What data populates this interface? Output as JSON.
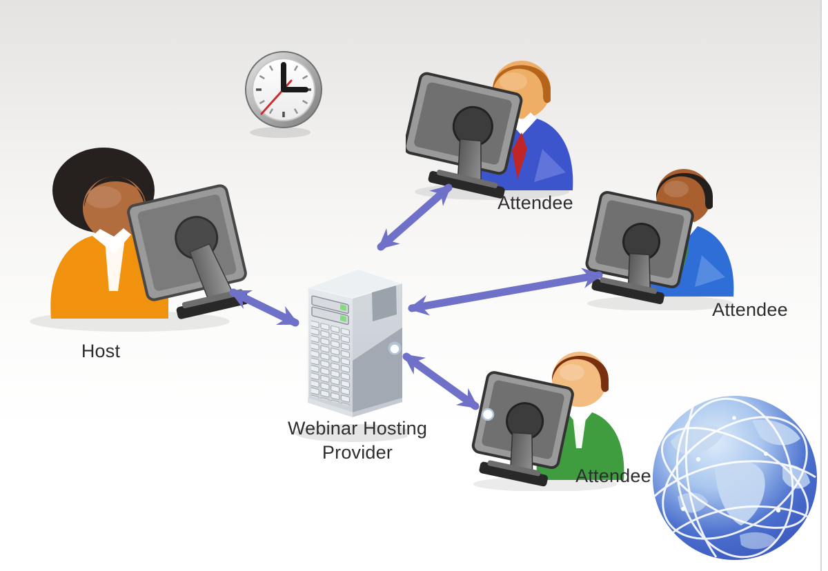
{
  "nodes": {
    "host": {
      "label": "Host"
    },
    "server": {
      "label": "Webinar Hosting\nProvider"
    },
    "attendee_top": {
      "label": "Attendee"
    },
    "attendee_right": {
      "label": "Attendee"
    },
    "attendee_bottom": {
      "label": "Attendee"
    }
  },
  "connections": [
    {
      "from": "host",
      "to": "server",
      "type": "bidirectional-arrow"
    },
    {
      "from": "server",
      "to": "attendee_top",
      "type": "bidirectional-arrow"
    },
    {
      "from": "server",
      "to": "attendee_right",
      "type": "bidirectional-arrow"
    },
    {
      "from": "server",
      "to": "attendee_bottom",
      "type": "bidirectional-arrow"
    }
  ],
  "decorations": {
    "clock_time_shown": "3:00",
    "icons": [
      "clock-icon",
      "globe-icon",
      "person-at-computer-icon",
      "server-tower-icon",
      "double-arrow-icon",
      "connection-dot"
    ]
  },
  "colors": {
    "arrow": "#6e71c7",
    "label_text": "#2d2d30",
    "bg_top": "#e4e3e2",
    "bg_mid": "#f6f5f4",
    "bg_bottom": "#ffffff",
    "edge_line": "#d6d5d3",
    "host_shirt": "#f0920e",
    "host_skin": "#b26d3f",
    "host_hair": "#26211e",
    "a1_suit": "#3d55cc",
    "a1_suit_light": "#7385e0",
    "a1_hair": "#b5641c",
    "a1_skin": "#efae66",
    "a1_tie": "#c12626",
    "a2_suit": "#2f6ed6",
    "a2_suit_light": "#6fa0e8",
    "a2_hair": "#231f1c",
    "a2_skin": "#aa5f2e",
    "a2_tie": "#3d8c3d",
    "a3_shirt": "#3f9d3f",
    "a3_hair": "#79300f",
    "a3_skin": "#f3bc80",
    "monitor_frame": "#3f3f3f",
    "monitor_panel": "#9a9a9a",
    "monitor_inner": "#707070",
    "monitor_base": "#282828",
    "server_face_light": "#e6eaee",
    "server_face_dark": "#ccd1d7",
    "server_side": "#c6ccd3",
    "server_side_dark": "#a2a9b2",
    "server_top": "#edf0f3",
    "server_led": "#82dd7f",
    "server_slot": "#eceff2",
    "server_slot_border": "#99a1a9",
    "clock_hand": "#1a1a1a",
    "clock_second": "#cf2b2b",
    "globe_edge": "#2b3f9c",
    "globe_mid": "#4a6fcd",
    "globe_high": "#dcebfa",
    "globe_land": "#c6d9f2",
    "globe_mesh": "#ffffff",
    "dot_fill": "#fbfdff",
    "dot_stroke": "#b2c4d4"
  }
}
